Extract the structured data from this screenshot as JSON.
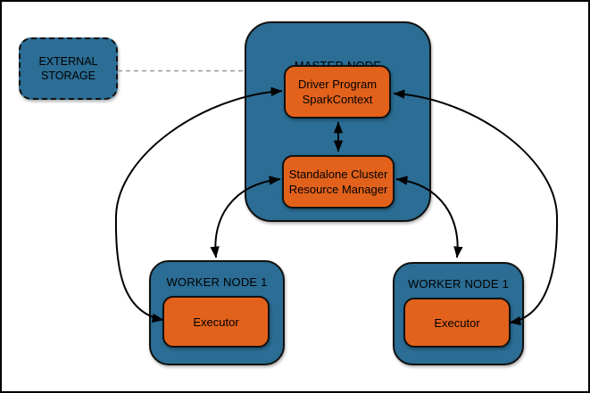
{
  "colors": {
    "node_blue": "#2B6D94",
    "component_orange": "#E2621C",
    "outline_black": "#111111",
    "dashed_link_gray": "#999999",
    "arrow_black": "#000000",
    "background": "#ffffff"
  },
  "external_storage": {
    "label": "EXTERNAL STORAGE",
    "line1": "EXTERNAL",
    "line2": "STORAGE"
  },
  "master_node": {
    "title": "MASTER NODE",
    "driver_program": {
      "label": "Driver Program SparkContext",
      "line1": "Driver Program",
      "line2": "SparkContext"
    },
    "resource_manager": {
      "label": "Standalone Cluster Resource Manager",
      "line1": "Standalone Cluster",
      "line2": "Resource Manager"
    }
  },
  "worker_left": {
    "title": "WORKER NODE 1",
    "executor": "Executor"
  },
  "worker_right": {
    "title": "WORKER NODE 1",
    "executor": "Executor"
  },
  "edges": [
    {
      "from": "external-storage",
      "to": "master-node",
      "line": "dashed",
      "arrows": "none"
    },
    {
      "from": "driver-program",
      "to": "resource-manager",
      "line": "solid",
      "arrows": "both"
    },
    {
      "from": "executor-left",
      "to": "driver-program",
      "line": "solid",
      "arrows": "both"
    },
    {
      "from": "executor-right",
      "to": "driver-program",
      "line": "solid",
      "arrows": "both"
    },
    {
      "from": "worker-node-left",
      "to": "resource-manager",
      "line": "solid",
      "arrows": "both"
    },
    {
      "from": "worker-node-right",
      "to": "resource-manager",
      "line": "solid",
      "arrows": "both"
    }
  ]
}
